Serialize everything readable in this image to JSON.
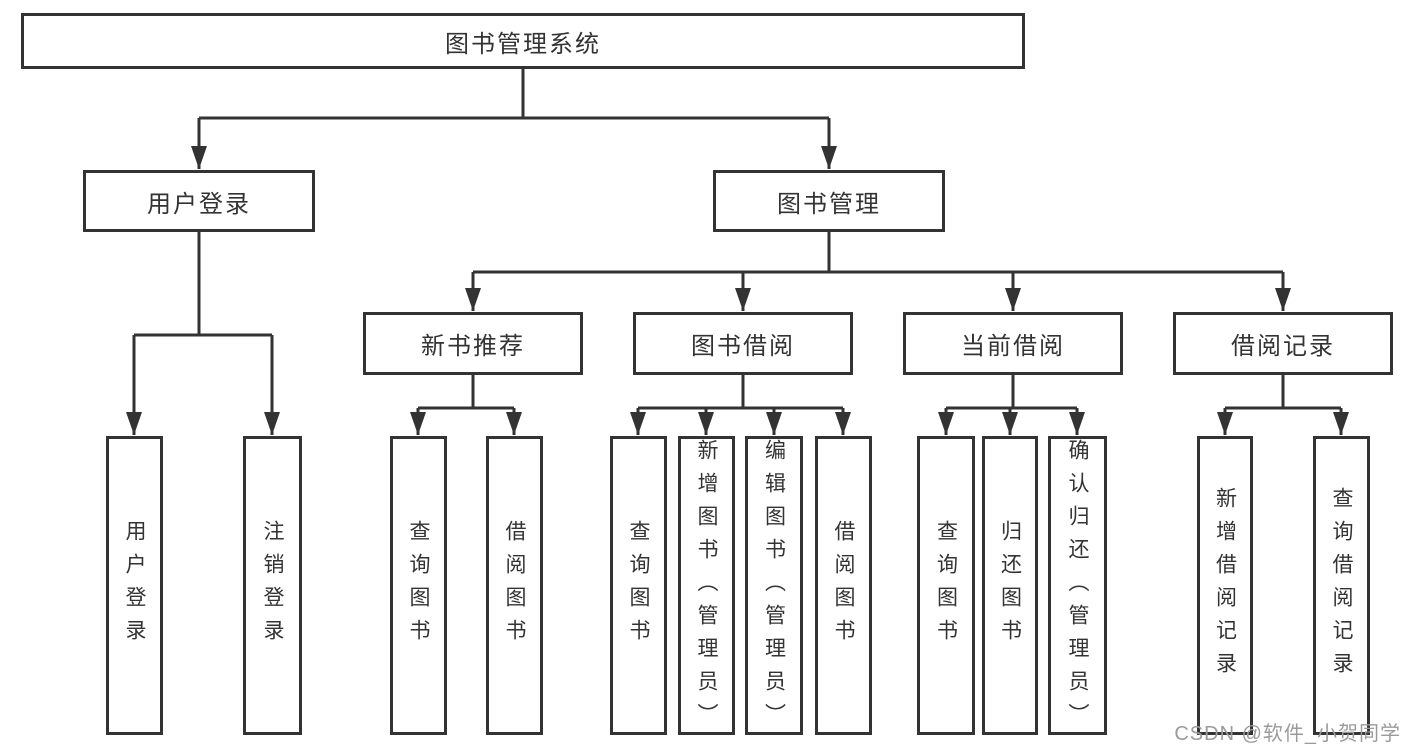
{
  "diagram": {
    "root": {
      "label": "图书管理系统"
    },
    "level1": [
      {
        "label": "用户登录"
      },
      {
        "label": "图书管理"
      }
    ],
    "level2": [
      {
        "label": "新书推荐"
      },
      {
        "label": "图书借阅"
      },
      {
        "label": "当前借阅"
      },
      {
        "label": "借阅记录"
      }
    ],
    "leaves": {
      "login": [
        "用户登录",
        "注销登录"
      ],
      "recommend": [
        "查询图书",
        "借阅图书"
      ],
      "borrow": [
        "查询图书",
        "新增图书（管理员）",
        "编辑图书（管理员）",
        "借阅图书"
      ],
      "current": [
        "查询图书",
        "归还图书",
        "确认归还（管理员）"
      ],
      "records": [
        "新增借阅记录",
        "查询借阅记录"
      ]
    }
  },
  "watermark": {
    "text": "CSDN @软件_小贺同学"
  },
  "colors": {
    "line": "#333333",
    "text": "#333333",
    "watermark": "#9b9b9b",
    "background": "#ffffff"
  }
}
